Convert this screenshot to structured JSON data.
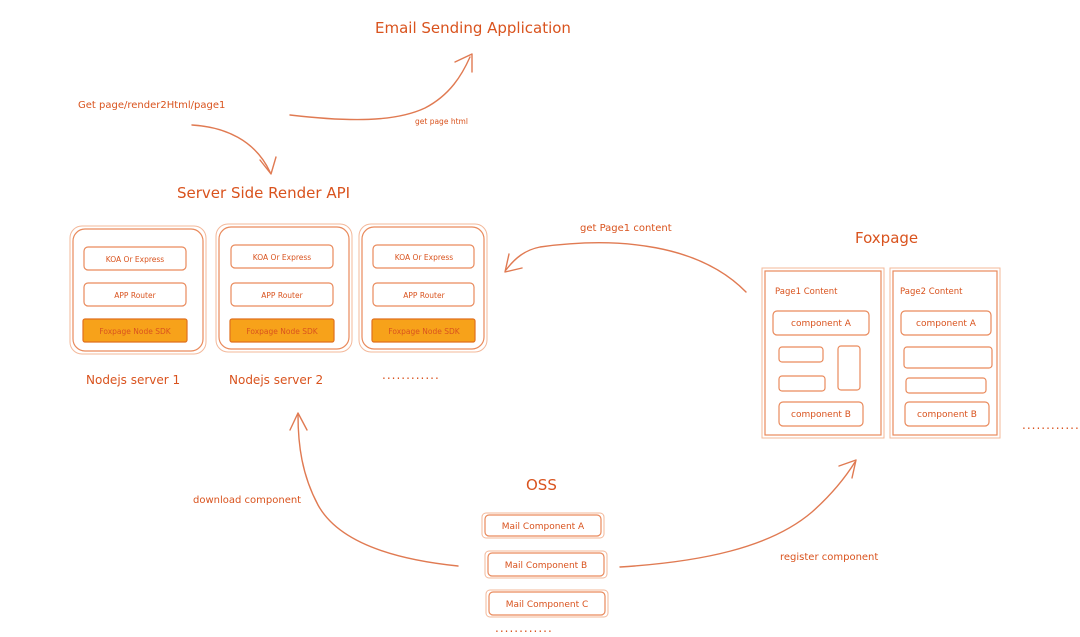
{
  "colors": {
    "accent": "#d9531e",
    "sdk_fill": "#f7a21a",
    "stroke": "#e98a5c"
  },
  "labels": {
    "email_app": "Email Sending Application",
    "get_page_request": "Get page/render2Html/page1",
    "get_page_html": "get page html",
    "ssr_api": "Server Side Render API",
    "get_page1_content": "get Page1 content",
    "foxpage": "Foxpage",
    "download_component": "download component",
    "register_component": "register component",
    "oss": "OSS",
    "more_servers": "............",
    "more_pages": "............",
    "more_oss": "............"
  },
  "servers": [
    {
      "name": "Nodejs server 1",
      "layers": [
        "KOA Or Express",
        "APP Router",
        "Foxpage Node SDK"
      ]
    },
    {
      "name": "Nodejs server 2",
      "layers": [
        "KOA Or Express",
        "APP Router",
        "Foxpage Node SDK"
      ]
    },
    {
      "name": "",
      "layers": [
        "KOA Or Express",
        "APP Router",
        "Foxpage Node SDK"
      ]
    }
  ],
  "pages": [
    {
      "title": "Page1 Content",
      "component_a": "component A",
      "component_b": "component B"
    },
    {
      "title": "Page2 Content",
      "component_a": "component A",
      "component_b": "component B"
    }
  ],
  "oss_components": [
    "Mail Component A",
    "Mail Component B",
    "Mail Component C"
  ]
}
